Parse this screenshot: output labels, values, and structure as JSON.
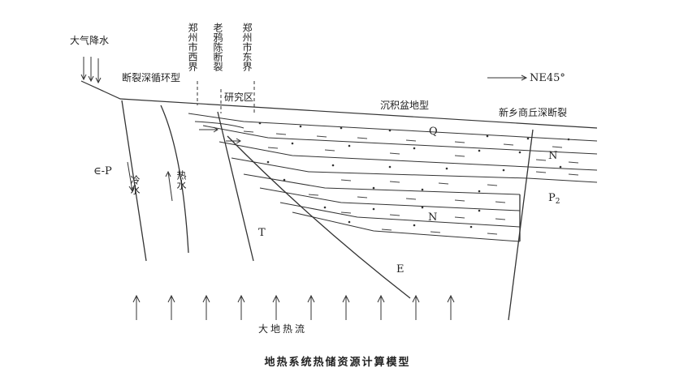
{
  "labels": {
    "precipitation": "大气降水",
    "fault_circulation_type": "断裂深循环型",
    "zhengzhou_west_boundary": "郑州市西界",
    "laoyawo_fault": "老鸦陈断裂",
    "zhengzhou_east_boundary": "郑州市东界",
    "study_area": "研究区",
    "basin_type": "沉积盆地型",
    "xinxiang_fault": "新乡商丘深断裂",
    "direction": "NE45°",
    "strata_cambrian_permian": "∈-P",
    "cold_water": "冷水",
    "hot_water": "热水",
    "strata_q": "Q",
    "strata_n_upper": "N",
    "strata_n_lower": "N",
    "strata_p2": "P",
    "strata_p2_sub": "2",
    "strata_t": "T",
    "strata_e": "E",
    "heat_flow": "大地热流"
  },
  "caption": "地热系统热储资源计算模型",
  "heat_flow_arrow_count": 10
}
